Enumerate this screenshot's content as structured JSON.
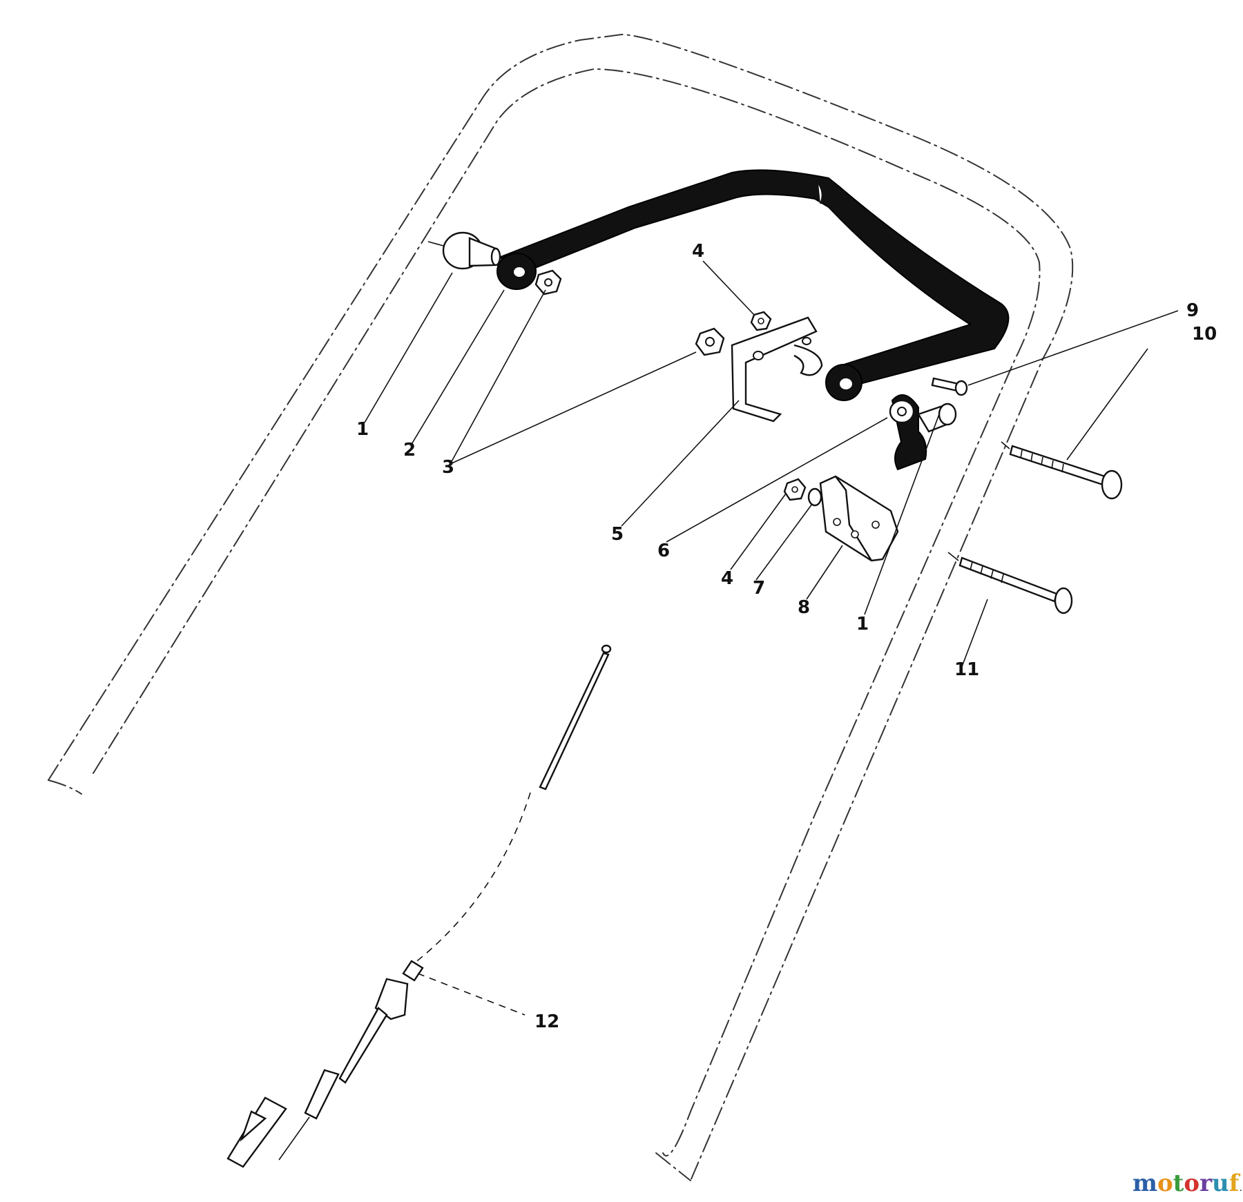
{
  "callouts": {
    "c1a": "1",
    "c2": "2",
    "c3": "3",
    "c4a": "4",
    "c5": "5",
    "c6": "6",
    "c4b": "4",
    "c7": "7",
    "c8": "8",
    "c1b": "1",
    "c9": "9",
    "c10": "10",
    "c11": "11",
    "c12": "12"
  },
  "watermark": {
    "brand": "motoruf",
    "suffix": ".de",
    "colors": [
      "#2b5fa8",
      "#e8901a",
      "#3a9a3a",
      "#d4322c",
      "#6b3fa0",
      "#2b8fb0",
      "#e2a51d"
    ]
  }
}
